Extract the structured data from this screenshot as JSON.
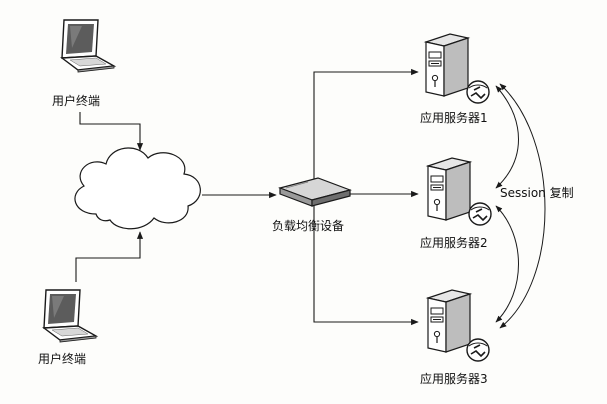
{
  "terminals": [
    {
      "label": "用户终端"
    },
    {
      "label": "用户终端"
    }
  ],
  "load_balancer": {
    "label": "负载均衡设备"
  },
  "servers": [
    {
      "label": "应用服务器1"
    },
    {
      "label": "应用服务器2"
    },
    {
      "label": "应用服务器3"
    }
  ],
  "session_replication": {
    "label": "Session 复制"
  },
  "icons": {
    "terminal": "laptop-icon",
    "network": "cloud-icon",
    "balancer": "network-switch-icon",
    "server": "server-tower-icon",
    "service": "globe-icon"
  },
  "colors": {
    "line": "#1a1a1a",
    "device_fill": "#ffffff",
    "device_shade": "#bdbdbd",
    "screen": "#6a6a6a"
  }
}
